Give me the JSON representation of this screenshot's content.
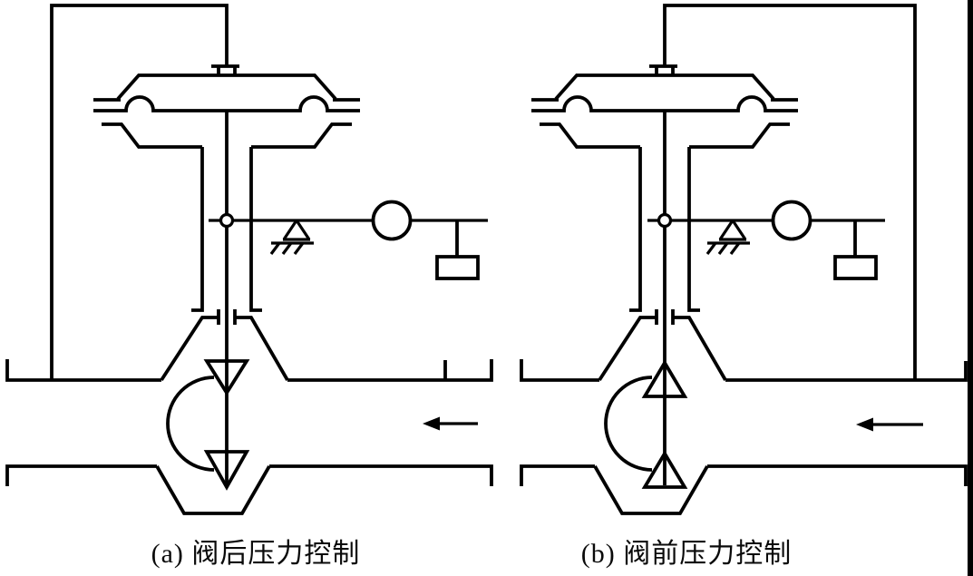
{
  "figure": {
    "type": "valve-control-schematic",
    "captions": {
      "a": "(a) 阀后压力控制",
      "b": "(b) 阀前压力控制"
    },
    "flow_direction": "left",
    "line_color": "#000000",
    "background_color": "#ffffff"
  }
}
